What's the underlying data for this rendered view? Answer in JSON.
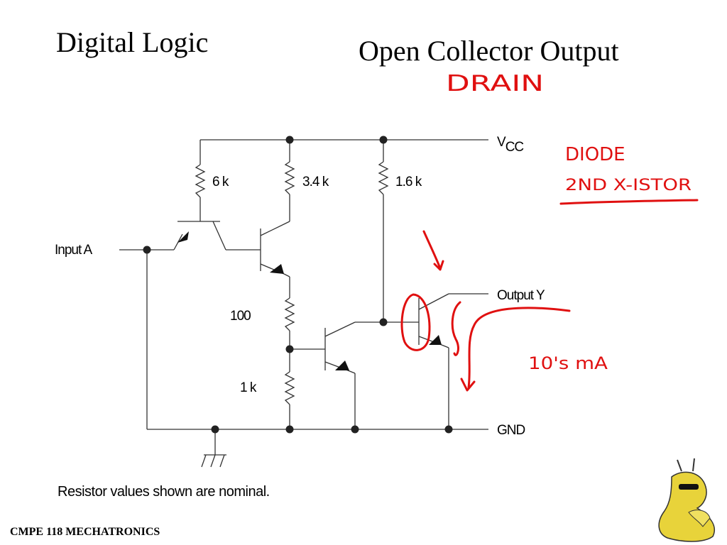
{
  "slide": {
    "title_left": "Digital Logic",
    "title_right": "Open Collector Output",
    "footer": "CMPE 118 MECHATRONICS",
    "note": "Resistor values shown are nominal."
  },
  "circuit": {
    "vcc_label_main": "V",
    "vcc_label_sub": "CC",
    "gnd_label": "GND",
    "input_label": "Input A",
    "output_label": "Output Y",
    "resistors": {
      "r1": "6 k",
      "r2": "3.4 k",
      "r3": "1.6 k",
      "r4": "100",
      "r5": "1 k"
    }
  },
  "annotations": {
    "drain": "DRAIN",
    "diode": "DIODE",
    "second_transistor": "2ND X-ISTOR",
    "current": "10's mA"
  },
  "colors": {
    "ink": "#e01010",
    "wire": "#333333",
    "mascot": "#e8d33a"
  }
}
